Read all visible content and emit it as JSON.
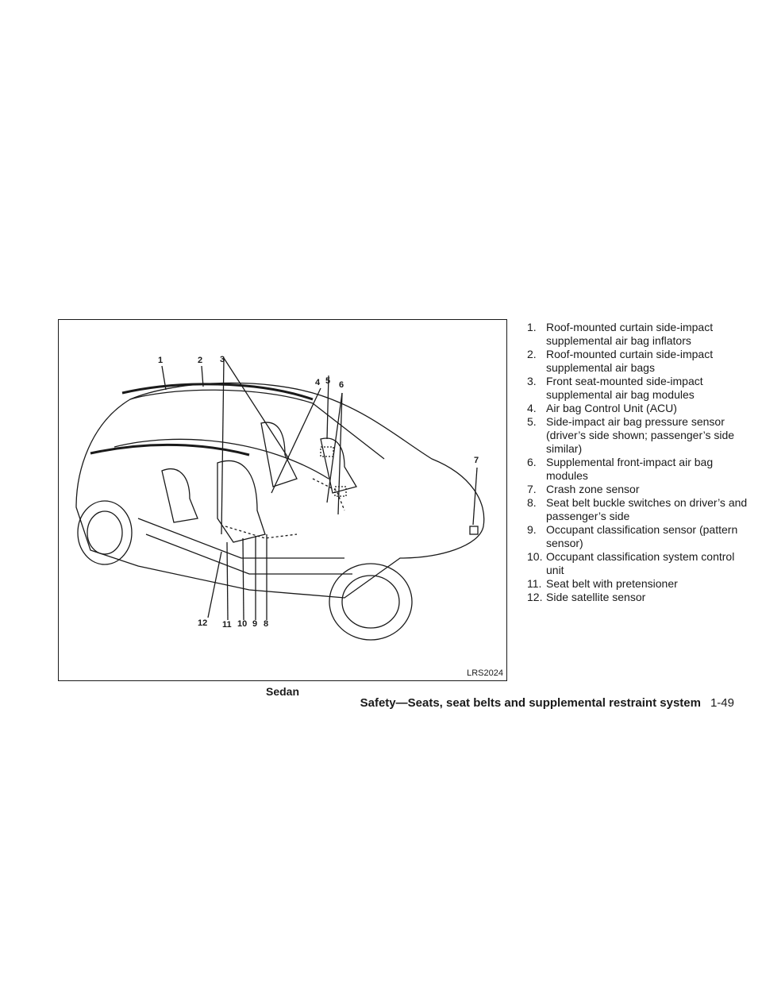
{
  "figure": {
    "code": "LRS2024",
    "caption": "Sedan",
    "callouts": [
      "1",
      "2",
      "3",
      "4",
      "5",
      "6",
      "7",
      "8",
      "9",
      "10",
      "11",
      "12"
    ]
  },
  "legend": [
    {
      "num": "1.",
      "text": "Roof-mounted curtain side-impact supplemental air bag inflators"
    },
    {
      "num": "2.",
      "text": "Roof-mounted curtain side-impact supplemental air bags"
    },
    {
      "num": "3.",
      "text": "Front seat-mounted side-impact supplemental air bag modules"
    },
    {
      "num": "4.",
      "text": "Air bag Control Unit (ACU)"
    },
    {
      "num": "5.",
      "text": "Side-impact air bag pressure sensor (driver’s side shown; passenger’s side similar)"
    },
    {
      "num": "6.",
      "text": "Supplemental front-impact air bag modules"
    },
    {
      "num": "7.",
      "text": "Crash zone sensor"
    },
    {
      "num": "8.",
      "text": "Seat belt buckle switches on driver’s and passenger’s side"
    },
    {
      "num": "9.",
      "text": "Occupant classification sensor (pattern sensor)"
    },
    {
      "num": "10.",
      "text": "Occupant classification system control unit"
    },
    {
      "num": "11.",
      "text": "Seat belt with pretensioner"
    },
    {
      "num": "12.",
      "text": "Side satellite sensor"
    }
  ],
  "footer": {
    "title": "Safety—Seats, seat belts and supplemental restraint system",
    "page": "1-49"
  }
}
